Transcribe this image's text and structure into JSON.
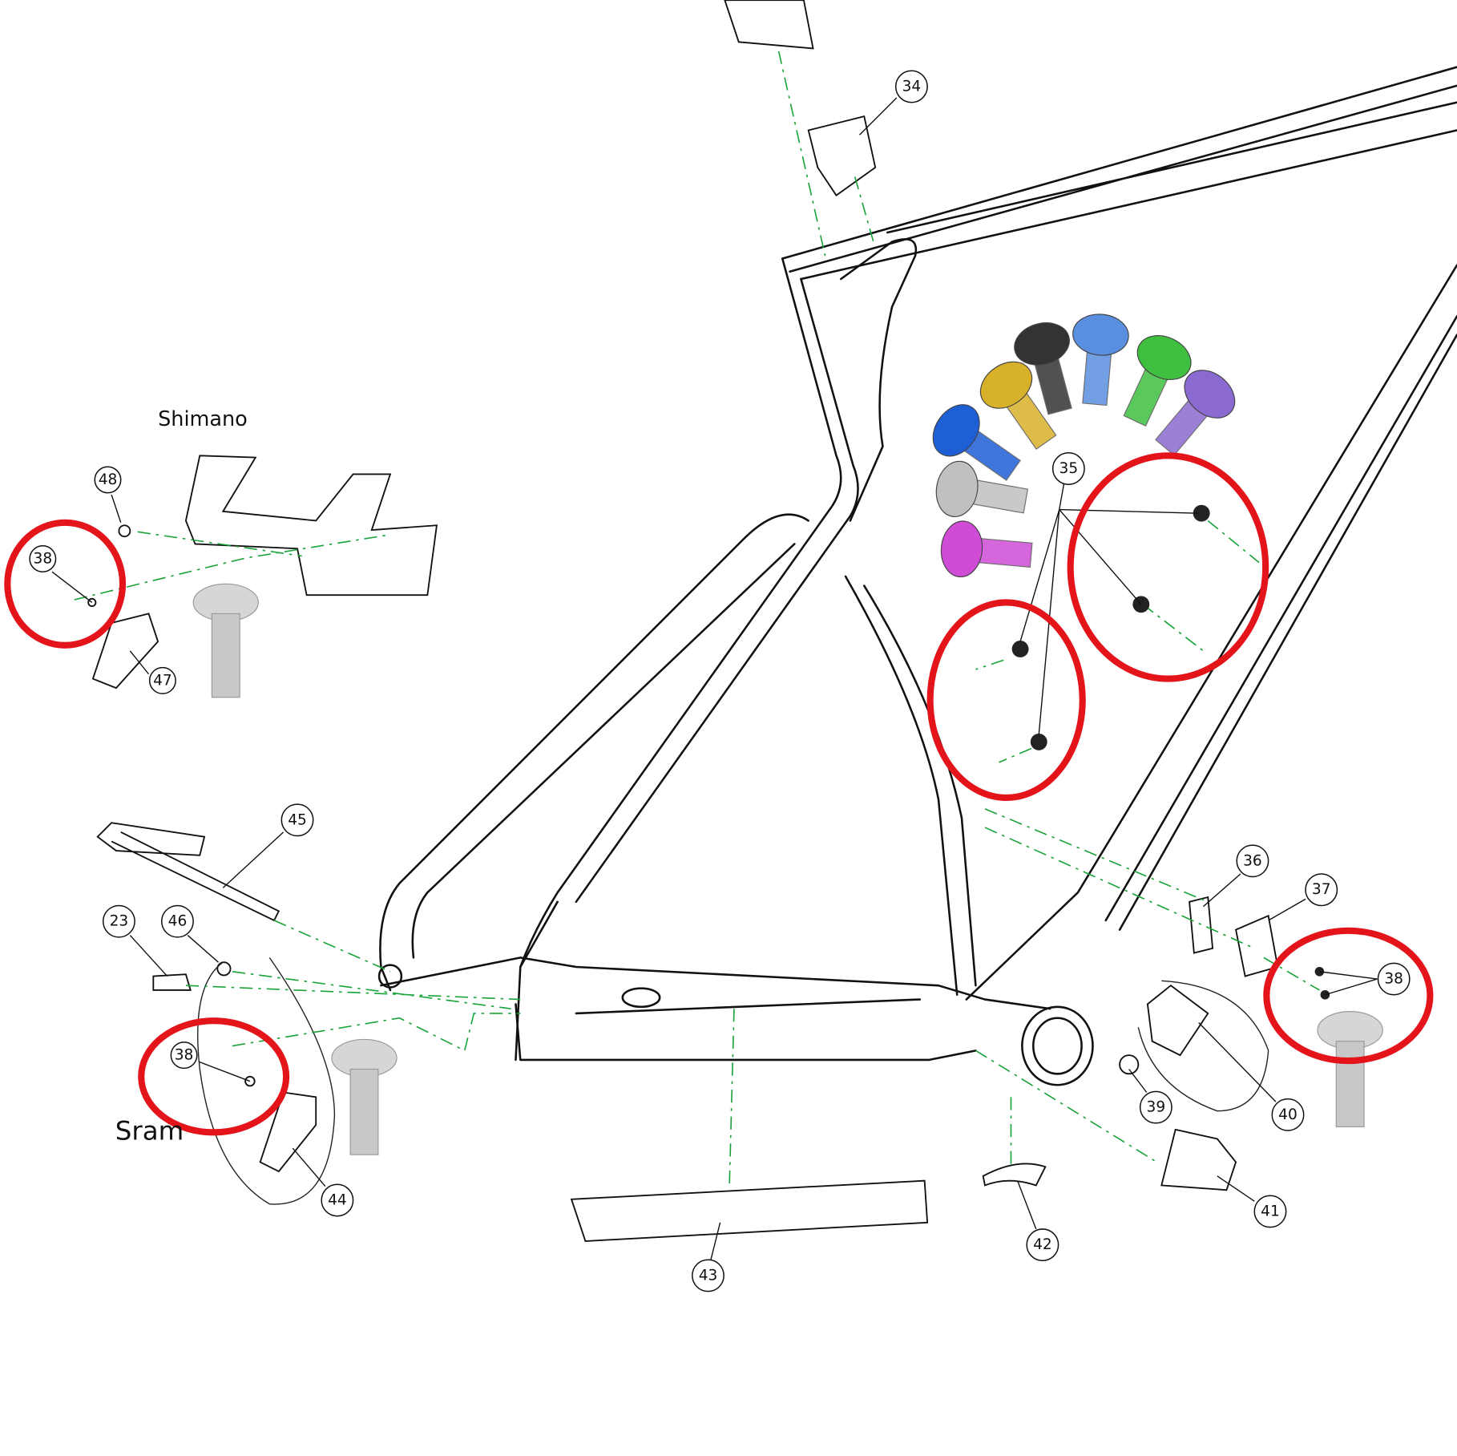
{
  "labels": {
    "shimano": "Shimano",
    "sram": "Sram"
  },
  "callouts": [
    {
      "id": "34",
      "text": "34"
    },
    {
      "id": "35",
      "text": "35"
    },
    {
      "id": "36",
      "text": "36"
    },
    {
      "id": "37",
      "text": "37"
    },
    {
      "id": "38a",
      "text": "38"
    },
    {
      "id": "38b",
      "text": "38"
    },
    {
      "id": "38c",
      "text": "38"
    },
    {
      "id": "39",
      "text": "39"
    },
    {
      "id": "40",
      "text": "40"
    },
    {
      "id": "41",
      "text": "41"
    },
    {
      "id": "42",
      "text": "42"
    },
    {
      "id": "43",
      "text": "43"
    },
    {
      "id": "44",
      "text": "44"
    },
    {
      "id": "45",
      "text": "45"
    },
    {
      "id": "46",
      "text": "46"
    },
    {
      "id": "47",
      "text": "47"
    },
    {
      "id": "48",
      "text": "48"
    },
    {
      "id": "23",
      "text": "23"
    }
  ],
  "colors": {
    "highlight_ring": "#e4141b",
    "guide_line": "#1aa33a",
    "bolt_colors": [
      "#1f5fd6",
      "#d8b12a",
      "#333333",
      "#5a8fe0",
      "#3fbf3f",
      "#8a6ad0",
      "#c0c0c0",
      "#d04cd6"
    ]
  },
  "icons": [
    "bolt-icon",
    "highlight-ring"
  ]
}
